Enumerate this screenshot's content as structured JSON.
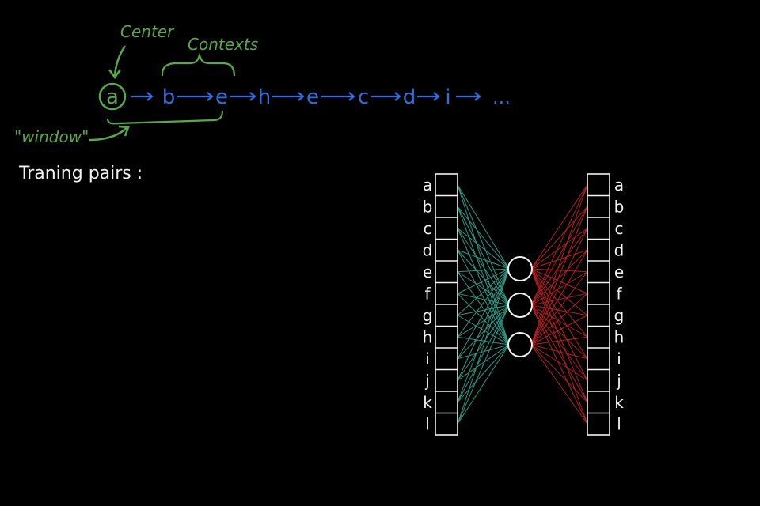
{
  "colors": {
    "background": "#000000",
    "green": "#5aa84a",
    "blue": "#2f6fe0",
    "white": "#f2f2f2",
    "teal": "#2e9a86",
    "red": "#b51f1f"
  },
  "annotations": {
    "center": "Center",
    "contexts": "Contexts",
    "window": "\"window\"",
    "training_pairs": "Traning pairs :"
  },
  "sequence": {
    "center_token": "a",
    "tokens": [
      "b",
      "e",
      "h",
      "e",
      "c",
      "d",
      "i"
    ],
    "ellipsis": "..."
  },
  "network": {
    "input_labels": [
      "a",
      "b",
      "c",
      "d",
      "e",
      "f",
      "g",
      "h",
      "i",
      "j",
      "k",
      "l"
    ],
    "output_labels": [
      "a",
      "b",
      "c",
      "d",
      "e",
      "f",
      "g",
      "h",
      "i",
      "j",
      "k",
      "l"
    ],
    "hidden_units": 3
  }
}
